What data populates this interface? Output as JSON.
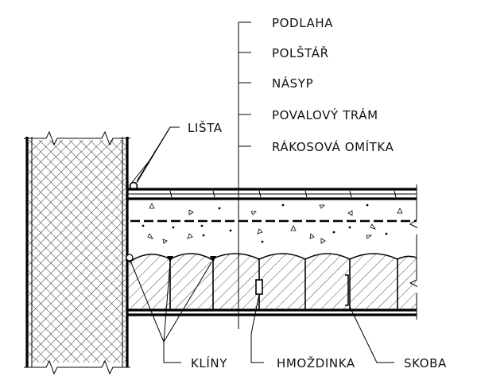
{
  "labels": {
    "layers": [
      "PODLAHA",
      "POLŠTÁŘ",
      "NÁSYP",
      "POVALOVÝ TRÁM",
      "RÁKOSOVÁ OMÍTKA"
    ],
    "lista": "LIŠTA",
    "kliny": "KLÍNY",
    "hmozdinka": "HMOŽDINKA",
    "skoba": "SKOBA"
  }
}
